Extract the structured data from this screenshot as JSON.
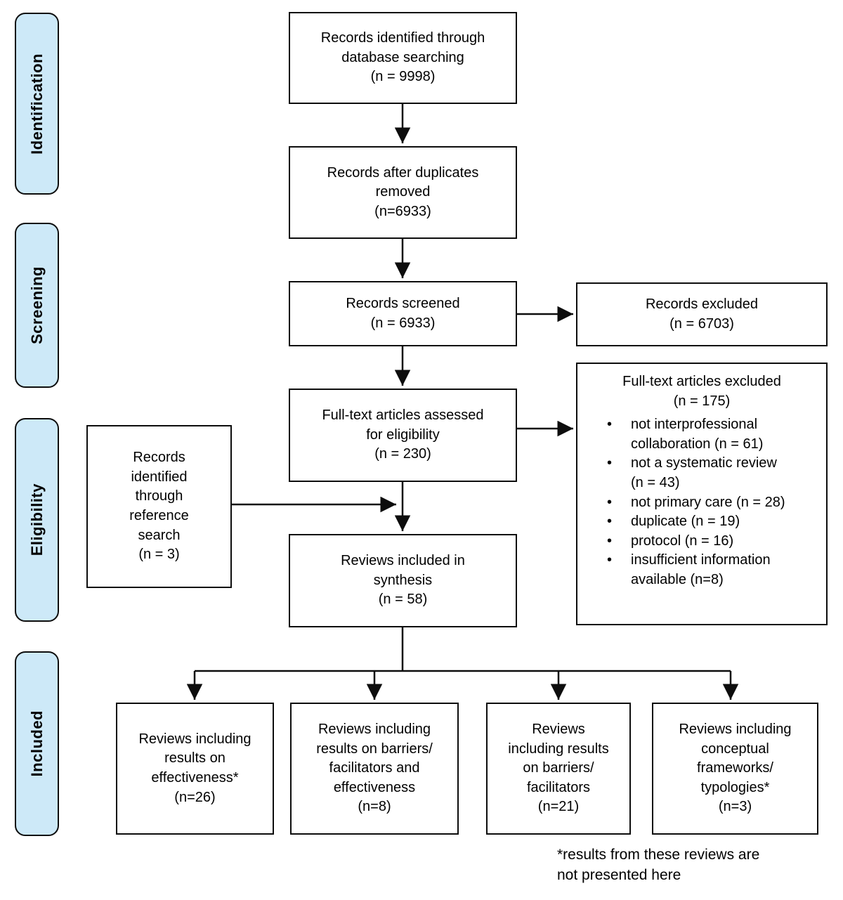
{
  "diagram": {
    "sidebar": {
      "fill_color": "#cde9f8",
      "items": [
        {
          "label": "Identification"
        },
        {
          "label": "Screening"
        },
        {
          "label": "Eligibility"
        },
        {
          "label": "Included"
        }
      ]
    },
    "boxes": {
      "records_identified": {
        "text": "Records identified through\ndatabase searching\n(n = 9998)"
      },
      "duplicates_removed": {
        "text": "Records after duplicates\nremoved\n(n=6933)"
      },
      "records_screened": {
        "text": "Records screened\n(n = 6933)"
      },
      "records_excluded": {
        "text": "Records excluded\n(n = 6703)"
      },
      "fulltext_assessed": {
        "text": "Full-text articles assessed\nfor eligibility\n(n = 230)"
      },
      "fulltext_excluded": {
        "title": "Full-text articles excluded\n(n = 175)",
        "reasons": [
          "not interprofessional\ncollaboration (n = 61)",
          "not a systematic review\n(n = 43)",
          "not primary care (n = 28)",
          "duplicate (n = 19)",
          "protocol (n = 16)",
          "insufficient information\navailable (n=8)"
        ]
      },
      "reference_search": {
        "text": "Records\nidentified\nthrough\nreference\nsearch\n(n = 3)"
      },
      "reviews_included": {
        "text": "Reviews included in\nsynthesis\n(n = 58)"
      },
      "outcome_effectiveness": {
        "text": "Reviews including\nresults on\neffectiveness*\n(n=26)"
      },
      "outcome_barriers_and_effectiveness": {
        "text": "Reviews including\nresults on barriers/\nfacilitators and\neffectiveness\n(n=8)"
      },
      "outcome_barriers": {
        "text": "Reviews\nincluding results\non barriers/\nfacilitators\n(n=21)"
      },
      "outcome_frameworks": {
        "text": "Reviews including\nconceptual\nframeworks/\ntypologies*\n(n=3)"
      }
    },
    "footnote": "*results from these reviews are\nnot presented here"
  }
}
